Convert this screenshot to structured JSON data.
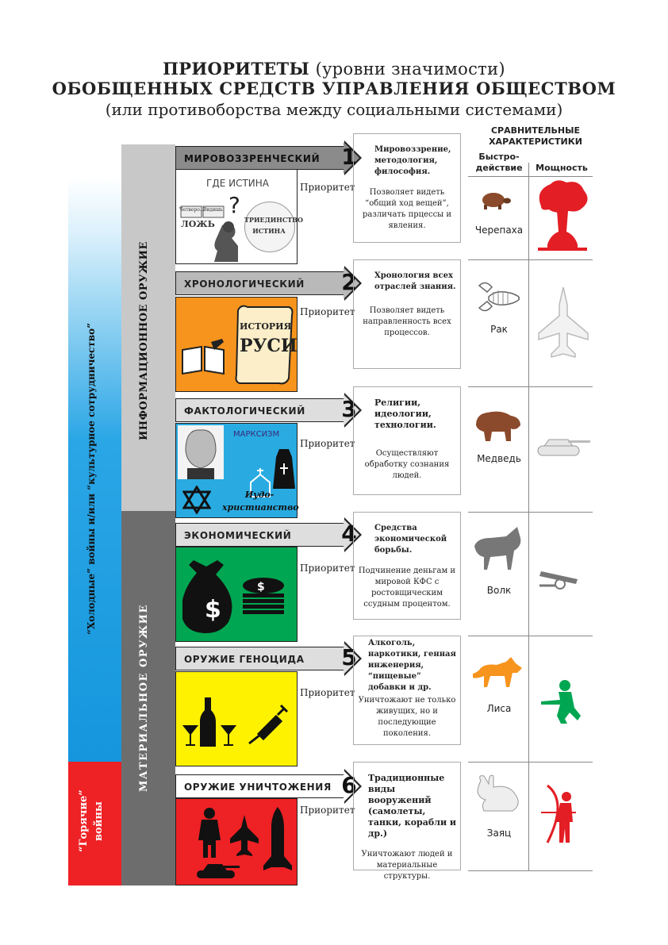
{
  "title": {
    "line1_bold": "ПРИОРИТЕТЫ",
    "line1_normal": "(уровни значимости)",
    "line2": "ОБОБЩЕННЫХ СРЕДСТВ УПРАВЛЕНИЯ ОБЩЕСТВОМ",
    "line3": "(или противоборства между социальными системами)"
  },
  "side_labels": {
    "cold_wars": "“Холодные” войны и/или “культурное сотрудничество”",
    "hot_wars_line1": "“Горячие”",
    "hot_wars_line2": "войны",
    "info_weapon": "ИНФОРМАЦИОННОЕ ОРУЖИЕ",
    "material_weapon": "МАТЕРИАЛЬНОЕ ОРУЖИЕ"
  },
  "comparison_header": {
    "title_line1": "СРАВНИТЕЛЬНЫЕ",
    "title_line2": "ХАРАКТЕРИСТИКИ",
    "col_speed_line1": "Быстро-",
    "col_speed_line2": "действие",
    "col_power": "Мощность"
  },
  "priority_label": "Приоритет",
  "image_texts": {
    "truth_question": "ГДЕ ИСТИНА",
    "truth_lie": "ЛОЖЬ",
    "truth_sign1": "Четверо...",
    "truth_sign2": "Видишь",
    "truth_trinity_line1": "ТРИЕДИНСТВО",
    "truth_trinity_line2": "ИСТИНА",
    "history_line1": "ИСТОРИЯ",
    "history_line2": "РУСИ",
    "marxism": "МАРКСИЗМ",
    "judeo_line1": "Иудо-",
    "judeo_line2": "христианство"
  },
  "levels": [
    {
      "number": "1",
      "name": "МИРОВОЗЗРЕНЧЕСКИЙ",
      "bold_text": "Мировоззрение, методология, философия.",
      "regular_text": "Позволяет видеть “общий ход вещей”, различать прцессы и явления.",
      "animal": "Черепаха"
    },
    {
      "number": "2",
      "name": "ХРОНОЛОГИЧЕСКИЙ",
      "bold_text": "Хронология всех отраслей знания.",
      "regular_text": "Позволяет видеть направленность всех процессов.",
      "animal": "Рак"
    },
    {
      "number": "3",
      "name": "ФАКТОЛОГИЧЕСКИЙ",
      "bold_text": "Религии, идеологии, технологии.",
      "regular_text": "Осуществляют обработку сознания людей.",
      "animal": "Медведь"
    },
    {
      "number": "4",
      "name": "ЭКОНОМИЧЕСКИЙ",
      "bold_text": "Средства экономической борьбы.",
      "regular_text": "Подчинение деньгам и мировой КФС с ростовщическим ссудным процентом.",
      "animal": "Волк"
    },
    {
      "number": "5",
      "name": "ОРУЖИЕ ГЕНОЦИДА",
      "bold_text": "Алкоголь, наркотики, генная инженерия, “пищевые” добавки и др.",
      "regular_text": "Уничтожают не только живущих, но и последующие поколения.",
      "animal": "Лиса"
    },
    {
      "number": "6",
      "name": "ОРУЖИЕ УНИЧТОЖЕНИЯ",
      "bold_text": "Традиционные виды вооружений (самолеты, танки, корабли и др.)",
      "regular_text": "Уничтожают людей и материальные структуры.",
      "animal": "Заяц"
    }
  ],
  "colors": {
    "info_gray": "#c8c8c8",
    "material_gray": "#6d6d6d",
    "blue": "#1596dd",
    "red": "#ee2125",
    "orange": "#f7941d",
    "cyan": "#29abe2",
    "green": "#00a651",
    "yellow": "#fff200",
    "brown": "#8b4a2b"
  },
  "icons": [
    "turtle-icon",
    "nuclear-explosion-icon",
    "crayfish-icon",
    "jet-icon",
    "bear-icon",
    "tank-icon",
    "wolf-icon",
    "cannon-icon",
    "fox-icon",
    "soldier-icon",
    "rabbit-icon",
    "archer-icon"
  ]
}
